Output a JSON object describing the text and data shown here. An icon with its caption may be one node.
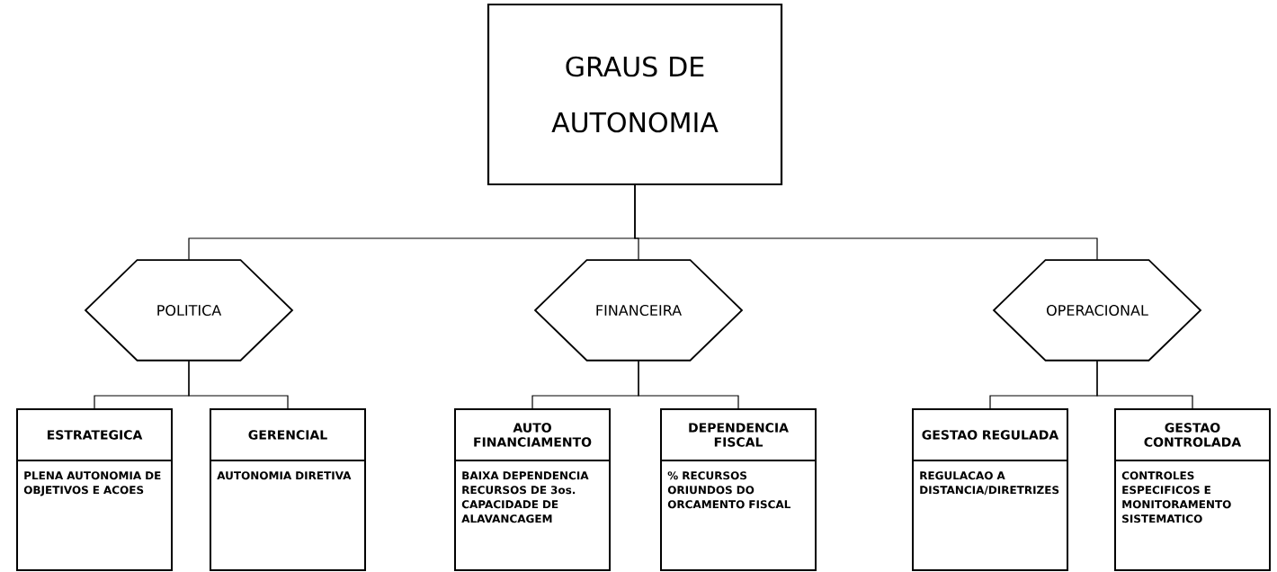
{
  "diagram": {
    "nodes": [
      {
        "text": [
          "GRAUS DE AUTONOMIA"
        ]
      },
      {
        "text": [
          "POLITICA"
        ]
      },
      {
        "text": [
          "FINANCEIRA"
        ]
      },
      {
        "text": [
          "OPERACIONAL"
        ]
      },
      {
        "text": [
          "ESTRATEGICA",
          "PLENA AUTONOMIA DE OBJETIVOS E ACOES"
        ]
      },
      {
        "text": [
          "GERENCIAL",
          "AUTONOMIA DIRETIVA"
        ]
      },
      {
        "text": [
          "AUTO FINANCIAMENTO",
          "BAIXA DEPENDENCIA RECURSOS DE 3os. CAPACIDADE DE ALAVANCAGEM"
        ]
      },
      {
        "text": [
          "DEPENDENCIA FISCAL",
          "% RECURSOS ORIUNDOS DO ORCAMENTO FISCAL"
        ]
      },
      {
        "text": [
          "GESTAO REGULADA",
          "REGULACAO A DISTANCIA/DIRETRIZES"
        ]
      },
      {
        "text": [
          "GESTAO CONTROLADA",
          "CONTROLES ESPECIFICOS E MONITORAMENTO SISTEMATICO"
        ]
      }
    ],
    "edges": [
      {
        "from": 0,
        "to": 1,
        "arrow": "none"
      },
      {
        "from": 0,
        "to": 2,
        "arrow": "none"
      },
      {
        "from": 0,
        "to": 3,
        "arrow": "none"
      },
      {
        "from": 1,
        "to": 4,
        "arrow": "none"
      },
      {
        "from": 1,
        "to": 5,
        "arrow": "none"
      },
      {
        "from": 2,
        "to": 6,
        "arrow": "none"
      },
      {
        "from": 2,
        "to": 7,
        "arrow": "none"
      },
      {
        "from": 3,
        "to": 8,
        "arrow": "none"
      },
      {
        "from": 3,
        "to": 9,
        "arrow": "none"
      }
    ]
  }
}
